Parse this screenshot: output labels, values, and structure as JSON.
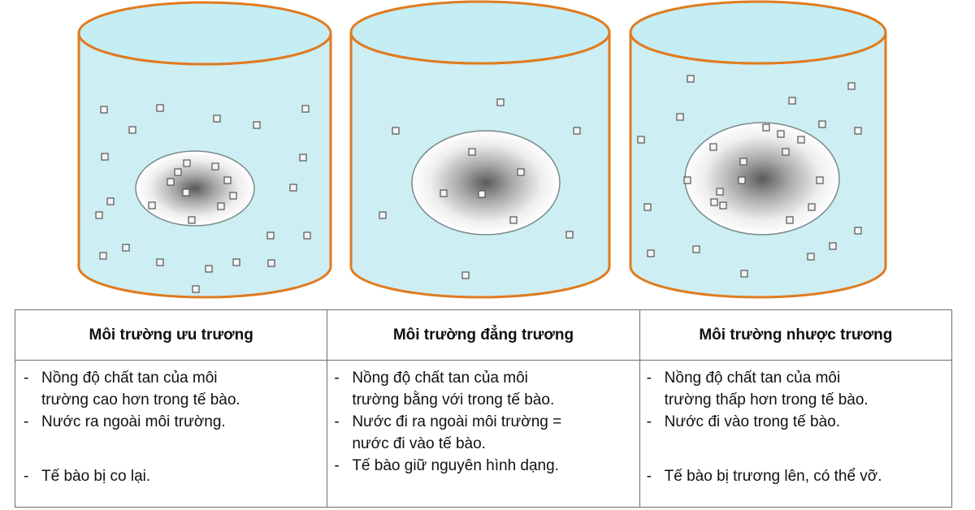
{
  "columns": [
    {
      "header": "Môi trường ưu trương",
      "items": [
        {
          "lines": [
            "Nồng độ chất tan của môi",
            "trường cao hơn trong tế bào."
          ]
        },
        {
          "lines": [
            "Nước ra ngoài môi trường."
          ]
        },
        {
          "lines": [
            "Tế bào bị co lại."
          ]
        }
      ]
    },
    {
      "header": "Môi trường đẳng trương",
      "items": [
        {
          "lines": [
            "Nồng độ chất tan của môi",
            "trường bằng với trong tế bào."
          ]
        },
        {
          "lines": [
            "Nước đi ra ngoài môi trường =",
            "nước đi vào tế bào."
          ]
        },
        {
          "lines": [
            "Tế bào giữ nguyên hình dạng."
          ]
        }
      ]
    },
    {
      "header": "Môi trường nhược trương",
      "items": [
        {
          "lines": [
            "Nồng độ chất tan của môi",
            "trường thấp hơn trong tế bào."
          ]
        },
        {
          "lines": [
            "Nước đi vào trong tế bào."
          ]
        },
        {
          "lines": [
            "Tế bào bị trương lên, có thể vỡ."
          ]
        }
      ]
    }
  ],
  "bullet_marker": "-",
  "colors": {
    "water": "#cdeef3",
    "water_top": "#c5edf4",
    "beaker_outline": "#e07b1f",
    "cell_fill_center": "#5a5a5a",
    "cell_fill_edge": "#ffffff",
    "particle_outline": "#555555",
    "table_border": "#6e6e6e"
  },
  "icons": [
    "solute-particle-icon"
  ]
}
